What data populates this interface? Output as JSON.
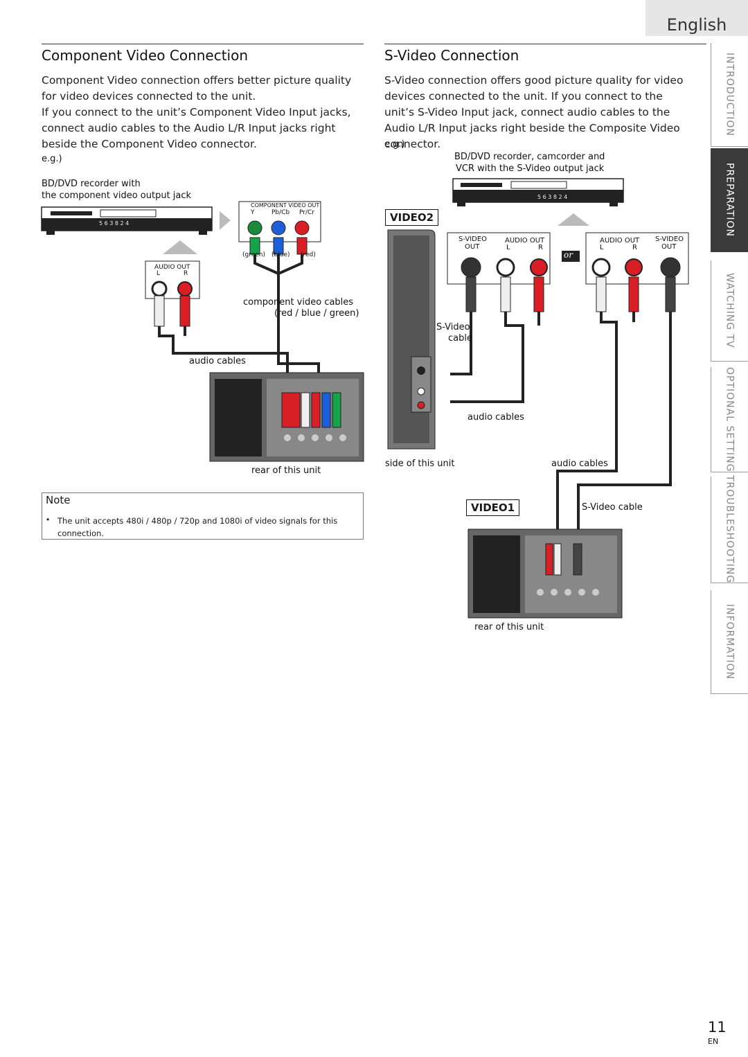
{
  "language_tab": "English",
  "side_tabs": [
    {
      "label": "INTRODUCTION",
      "active": false
    },
    {
      "label": "PREPARATION",
      "active": true
    },
    {
      "label": "WATCHING TV",
      "active": false
    },
    {
      "label": "OPTIONAL SETTING",
      "active": false
    },
    {
      "label": "TROUBLESHOOTING",
      "active": false
    },
    {
      "label": "INFORMATION",
      "active": false
    }
  ],
  "component": {
    "title": "Component Video Connection",
    "para1": "Component Video connection offers better picture quality for video devices connected to the unit.",
    "para2": "If you connect to the unit’s Component Video Input jacks, connect audio cables to the Audio L/R Input jacks right beside the Component Video connector.",
    "eg": "e.g.)",
    "device_label_1": "BD/DVD recorder with",
    "device_label_2": "the component video output jack",
    "comp_out_label": "COMPONENT VIDEO OUT",
    "y_label": "Y",
    "pb_label": "Pb/Cb",
    "pr_label": "Pr/Cr",
    "green": "(green)",
    "blue": "(blue)",
    "red": "(red)",
    "audio_out": "AUDIO OUT",
    "l": "L",
    "r": "R",
    "cables_1": "component video cables",
    "cables_2": "(red / blue / green)",
    "audio_cables": "audio cables",
    "rear": "rear of this unit",
    "display": "5 6 3 8 2 4"
  },
  "note": {
    "title": "Note",
    "bullet": "The unit accepts 480i / 480p / 720p and 1080i of video signals for this connection."
  },
  "svideo": {
    "title": "S-Video Connection",
    "para": "S-Video connection offers good picture quality for video devices connected to the unit. If you connect to the unit’s S-Video Input jack, connect audio cables to the Audio L/R Input jacks right beside the Composite Video connector.",
    "eg": "e.g.)",
    "device_label_1": "BD/DVD recorder, camcorder and",
    "device_label_2": "VCR with the S-Video output jack",
    "video2": "VIDEO2",
    "video1": "VIDEO1",
    "svideo_out_1": "S-VIDEO",
    "svideo_out_2": "OUT",
    "audio_out": "AUDIO OUT",
    "l": "L",
    "r": "R",
    "or": "or",
    "svideo_cable_1": "S-Video",
    "svideo_cable_2": "cable",
    "audio_cables": "audio cables",
    "side_unit": "side of this unit",
    "audio_cables_2": "audio cables",
    "svideo_cable": "S-Video cable",
    "rear": "rear of this unit",
    "display": "5 6 3 8 2 4"
  },
  "footer": {
    "page_number": "11",
    "lang_code": "EN"
  },
  "colors": {
    "cable_red": "#d81f26",
    "cable_green": "#16a34a",
    "cable_blue": "#1d5fd8",
    "active_tab": "#3a3a3a"
  }
}
